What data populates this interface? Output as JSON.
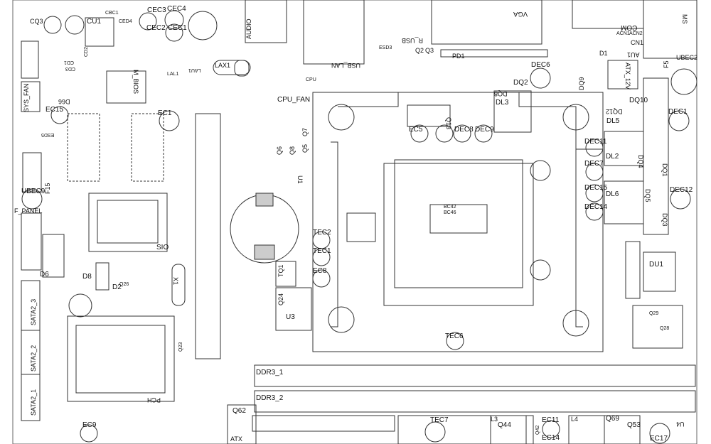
{
  "labels": [
    {
      "name": "cq3",
      "text": "CQ3"
    },
    {
      "name": "cu1",
      "text": "CU1"
    },
    {
      "name": "cbc1",
      "text": "CBC1"
    },
    {
      "name": "cec3",
      "text": "CEC3"
    },
    {
      "name": "cec4",
      "text": "CEC4"
    },
    {
      "name": "cec2",
      "text": "CEC2"
    },
    {
      "name": "cec1",
      "text": "CEC1"
    },
    {
      "name": "ced4",
      "text": "CED4"
    },
    {
      "name": "audio",
      "text": "AUDIO"
    },
    {
      "name": "vga",
      "text": "VGA"
    },
    {
      "name": "r-usb",
      "text": "R_USB"
    },
    {
      "name": "esd3",
      "text": "ESD3"
    },
    {
      "name": "q2",
      "text": "Q2"
    },
    {
      "name": "q3",
      "text": "Q3"
    },
    {
      "name": "pd1",
      "text": "PD1"
    },
    {
      "name": "com",
      "text": "COM"
    },
    {
      "name": "acn1",
      "text": "ACN1"
    },
    {
      "name": "acn2",
      "text": "ACN2"
    },
    {
      "name": "cn1",
      "text": "CN1"
    },
    {
      "name": "d1",
      "text": "D1"
    },
    {
      "name": "au1",
      "text": "AU1"
    },
    {
      "name": "ubec2",
      "text": "UBEC2"
    },
    {
      "name": "f5",
      "text": "F5"
    },
    {
      "name": "atx-12v",
      "text": "ATX_12V"
    },
    {
      "name": "cd1",
      "text": "CD1"
    },
    {
      "name": "cd3",
      "text": "CD3"
    },
    {
      "name": "cd2",
      "text": "CD2"
    },
    {
      "name": "lau1",
      "text": "LAU1"
    },
    {
      "name": "lax1",
      "text": "LAX1"
    },
    {
      "name": "lal1",
      "text": "LAL1"
    },
    {
      "name": "m-bios",
      "text": "M_BIOS"
    },
    {
      "name": "usb-lan",
      "text": "USB_LAN"
    },
    {
      "name": "cpu",
      "text": "CPU"
    },
    {
      "name": "dec6",
      "text": "DEC6"
    },
    {
      "name": "dq2",
      "text": "DQ2"
    },
    {
      "name": "dl3",
      "text": "DL3"
    },
    {
      "name": "dq8",
      "text": "DQ8"
    },
    {
      "name": "dq9",
      "text": "DQ9"
    },
    {
      "name": "dq10",
      "text": "DQ10"
    },
    {
      "name": "dq12",
      "text": "DQ12"
    },
    {
      "name": "dl5",
      "text": "DL5"
    },
    {
      "name": "dec1",
      "text": "DEC1"
    },
    {
      "name": "sys-fan",
      "text": "SYS_FAN"
    },
    {
      "name": "d66",
      "text": "D66"
    },
    {
      "name": "ec15",
      "text": "EC15"
    },
    {
      "name": "ec1",
      "text": "EC1"
    },
    {
      "name": "cpu-fan",
      "text": "CPU_FAN"
    },
    {
      "name": "q13",
      "text": "Q13"
    },
    {
      "name": "ec5",
      "text": "EC5"
    },
    {
      "name": "dec8",
      "text": "DEC8"
    },
    {
      "name": "dec9",
      "text": "DEC9"
    },
    {
      "name": "dec11",
      "text": "DEC11"
    },
    {
      "name": "dq4",
      "text": "DQ4"
    },
    {
      "name": "esd5",
      "text": "ESD5"
    },
    {
      "name": "q7",
      "text": "Q7"
    },
    {
      "name": "q5",
      "text": "Q5"
    },
    {
      "name": "q6",
      "text": "Q6"
    },
    {
      "name": "q8",
      "text": "Q8"
    },
    {
      "name": "u1",
      "text": "U1"
    },
    {
      "name": "dec7",
      "text": "DEC7"
    },
    {
      "name": "dl2",
      "text": "DL2"
    },
    {
      "name": "dq1",
      "text": "DQ1"
    },
    {
      "name": "ubec9",
      "text": "UBEC9"
    },
    {
      "name": "f15",
      "text": "F15"
    },
    {
      "name": "dec15",
      "text": "DEC15"
    },
    {
      "name": "dl6",
      "text": "DL6"
    },
    {
      "name": "dq5",
      "text": "DQ5"
    },
    {
      "name": "dec12",
      "text": "DEC12"
    },
    {
      "name": "dec14",
      "text": "DEC14"
    },
    {
      "name": "dq3",
      "text": "DQ3"
    },
    {
      "name": "f-panel",
      "text": "F_PANEL"
    },
    {
      "name": "bc42",
      "text": "BC42"
    },
    {
      "name": "bc46",
      "text": "BC46"
    },
    {
      "name": "tec2",
      "text": "TEC2"
    },
    {
      "name": "sio",
      "text": "SIO"
    },
    {
      "name": "tec1",
      "text": "TEC1"
    },
    {
      "name": "du1",
      "text": "DU1"
    },
    {
      "name": "d6",
      "text": "D6"
    },
    {
      "name": "d8",
      "text": "D8"
    },
    {
      "name": "d2",
      "text": "D2"
    },
    {
      "name": "q26",
      "text": "Q26"
    },
    {
      "name": "x1",
      "text": "X1"
    },
    {
      "name": "tq1",
      "text": "TQ1"
    },
    {
      "name": "ec8",
      "text": "EC8"
    },
    {
      "name": "sata2-3",
      "text": "SATA2_3"
    },
    {
      "name": "q24",
      "text": "Q24"
    },
    {
      "name": "u3",
      "text": "U3"
    },
    {
      "name": "q29",
      "text": "Q29"
    },
    {
      "name": "q28",
      "text": "Q28"
    },
    {
      "name": "sata2-2",
      "text": "SATA2_2"
    },
    {
      "name": "tec6",
      "text": "TEC6"
    },
    {
      "name": "q23",
      "text": "Q23"
    },
    {
      "name": "ddr3-1",
      "text": "DDR3_1"
    },
    {
      "name": "sata2-1",
      "text": "SATA2_1"
    },
    {
      "name": "pch",
      "text": "PCH"
    },
    {
      "name": "ddr3-2",
      "text": "DDR3_2"
    },
    {
      "name": "ec9",
      "text": "EC9"
    },
    {
      "name": "q62",
      "text": "Q62"
    },
    {
      "name": "tec7",
      "text": "TEC7"
    },
    {
      "name": "l3",
      "text": "L3"
    },
    {
      "name": "q44",
      "text": "Q44"
    },
    {
      "name": "q42",
      "text": "Q42"
    },
    {
      "name": "ec11",
      "text": "EC11"
    },
    {
      "name": "ec14",
      "text": "EC14"
    },
    {
      "name": "l4",
      "text": "L4"
    },
    {
      "name": "q69",
      "text": "Q69"
    },
    {
      "name": "q53",
      "text": "Q53"
    },
    {
      "name": "ec17",
      "text": "EC17"
    },
    {
      "name": "atx",
      "text": "ATX"
    },
    {
      "name": "u4",
      "text": "U4"
    },
    {
      "name": "ms",
      "text": "MS"
    }
  ]
}
